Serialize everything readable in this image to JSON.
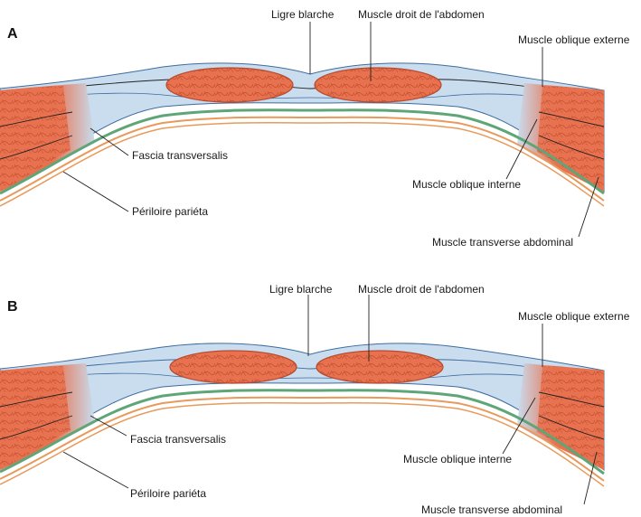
{
  "panels": [
    {
      "letter": "A",
      "labels": {
        "linea_alba": "Ligre blarche",
        "rectus": "Muscle droit de l'abdomen",
        "external_oblique": "Muscle oblique externe",
        "fascia": "Fascia transversalis",
        "internal_oblique": "Muscle oblique interne",
        "peritoneum": "Périloire pariéta",
        "transversus": "Muscle transverse abdominal"
      }
    },
    {
      "letter": "B",
      "labels": {
        "linea_alba": "Ligre blarche",
        "rectus": "Muscle droit de l'abdomen",
        "external_oblique": "Muscle oblique externe",
        "fascia": "Fascia transversalis",
        "internal_oblique": "Muscle oblique interne",
        "peritoneum": "Périloire pariéta",
        "transversus": "Muscle transverse abdominal"
      }
    }
  ],
  "colors": {
    "muscle": "#e8714f",
    "muscle_stroke": "#b84a2e",
    "muscle_fiber": "#c0502f",
    "aponeurosis": "#c9ddef",
    "aponeurosis_stroke": "#3d6c9e",
    "fascia_line": "#5ea678",
    "peritoneum_line": "#e89a5c"
  }
}
